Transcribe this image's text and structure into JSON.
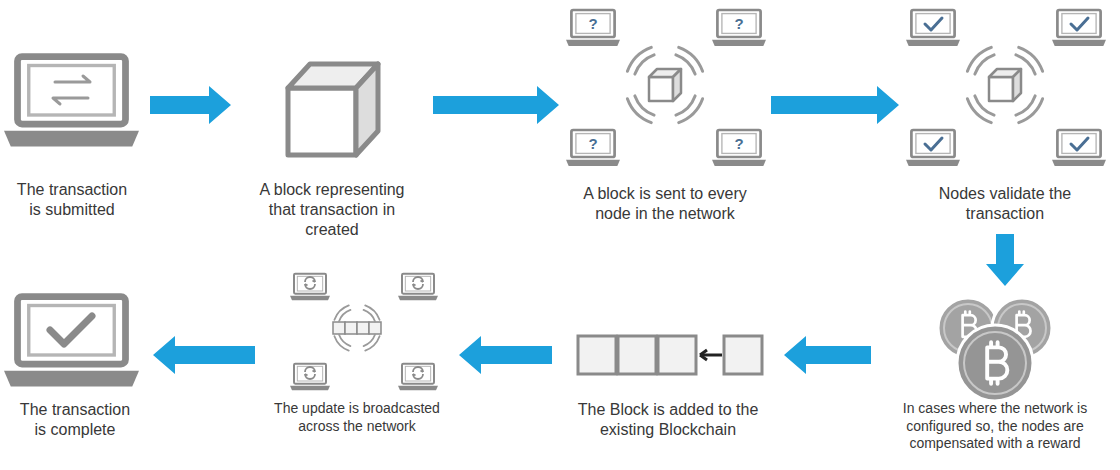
{
  "diagram": {
    "nodes": [
      {
        "text": [
          "The transaction is submitted"
        ]
      },
      {
        "text": [
          "A block representing that transaction in created"
        ]
      },
      {
        "text": [
          "A block is sent to every node in the network"
        ]
      },
      {
        "text": [
          "Nodes validate the transaction"
        ]
      },
      {
        "text": [
          "In cases where the network is configured so, the nodes are compensated with a reward"
        ]
      },
      {
        "text": [
          "The Block is added to the existing Blockchain"
        ]
      },
      {
        "text": [
          "The update is broadcasted across the network"
        ]
      },
      {
        "text": [
          "The transaction is complete"
        ]
      }
    ],
    "edges": [
      {
        "from": 0,
        "to": 1,
        "arrow": "to"
      },
      {
        "from": 1,
        "to": 2,
        "arrow": "to"
      },
      {
        "from": 2,
        "to": 3,
        "arrow": "to"
      },
      {
        "from": 3,
        "to": 4,
        "arrow": "to"
      },
      {
        "from": 4,
        "to": 5,
        "arrow": "to"
      },
      {
        "from": 5,
        "to": 6,
        "arrow": "to"
      },
      {
        "from": 6,
        "to": 7,
        "arrow": "to"
      }
    ],
    "labels": [
      "?",
      "?",
      "?",
      "?"
    ]
  }
}
